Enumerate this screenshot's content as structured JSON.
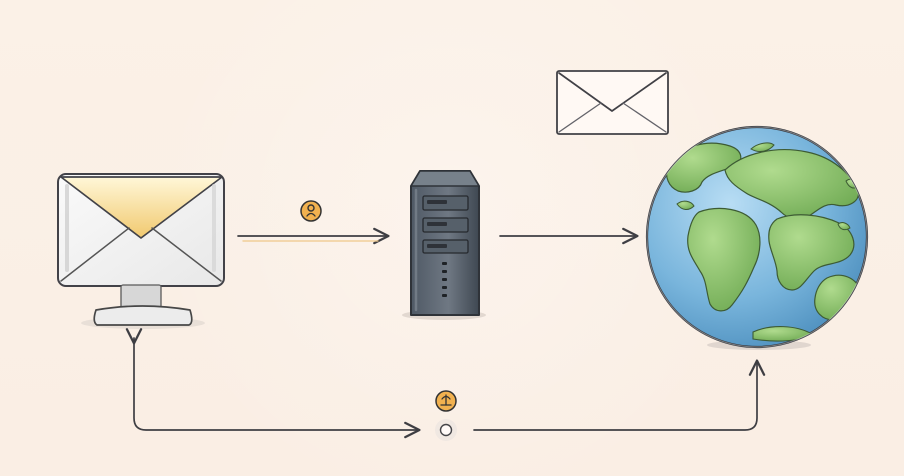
{
  "diagram": {
    "nodes": [
      {
        "name": "email-client",
        "icon": "monitor-envelope-icon"
      },
      {
        "name": "mail-server",
        "icon": "server-tower-icon"
      },
      {
        "name": "internet",
        "icon": "globe-icon"
      }
    ],
    "decorations": [
      {
        "name": "sent-message",
        "icon": "envelope-icon"
      },
      {
        "name": "sender-indicator",
        "icon": "user-badge-icon"
      },
      {
        "name": "return-path-indicator",
        "icon": "signal-badge-icon"
      }
    ],
    "connections": [
      {
        "from": "email-client",
        "to": "mail-server",
        "style": "double-line-arrow"
      },
      {
        "from": "mail-server",
        "to": "internet",
        "style": "arrow"
      },
      {
        "from": "internet",
        "to": "email-client",
        "style": "loop-arrow"
      }
    ]
  },
  "colors": {
    "background": "#fbf1e7",
    "ink": "#3e3e43",
    "accent": "#e9ab43",
    "ocean": "#79b5dc",
    "land": "#86bd6b",
    "server": "#5c6773"
  }
}
